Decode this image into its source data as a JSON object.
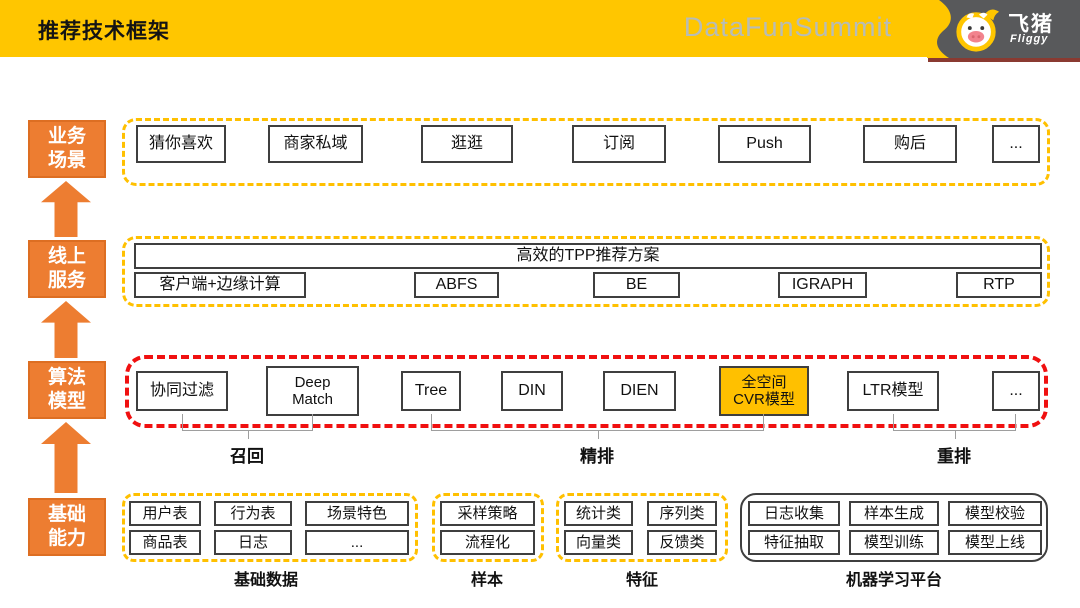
{
  "header": {
    "title": "推荐技术框架",
    "summit_label": "DataFunSummit",
    "brand_cn": "飞猪",
    "brand_en": "Fliggy"
  },
  "colors": {
    "header_yellow": "#FFC600",
    "logo_panel_gray": "#58595B",
    "nav_orange": "#ED7D31",
    "dash_gold": "#FFC000",
    "dash_red": "#F01010",
    "highlight_gold": "#FFC000"
  },
  "left_nav": {
    "business": "业务\n场景",
    "online": "线上\n服务",
    "algo": "算法\n模型",
    "foundation": "基础\n能力"
  },
  "business_row": {
    "items": [
      "猜你喜欢",
      "商家私域",
      "逛逛",
      "订阅",
      "Push",
      "购后",
      "..."
    ]
  },
  "online_row": {
    "banner": "高效的TPP推荐方案",
    "items": [
      "客户端+边缘计算",
      "ABFS",
      "BE",
      "IGRAPH",
      "RTP"
    ]
  },
  "algo_row": {
    "items": [
      "协同过滤",
      "Deep\nMatch",
      "Tree",
      "DIN",
      "DIEN",
      "全空间\nCVR模型",
      "LTR模型",
      "..."
    ],
    "stages": [
      "召回",
      "精排",
      "重排"
    ]
  },
  "foundation": {
    "groups": [
      {
        "label": "基础数据",
        "items": [
          "用户表",
          "行为表",
          "场景特色",
          "商品表",
          "日志",
          "..."
        ]
      },
      {
        "label": "样本",
        "items": [
          "采样策略",
          "流程化"
        ]
      },
      {
        "label": "特征",
        "items": [
          "统计类",
          "序列类",
          "向量类",
          "反馈类"
        ]
      },
      {
        "label": "机器学习平台",
        "items": [
          "日志收集",
          "样本生成",
          "模型校验",
          "特征抽取",
          "模型训练",
          "模型上线"
        ]
      }
    ]
  }
}
